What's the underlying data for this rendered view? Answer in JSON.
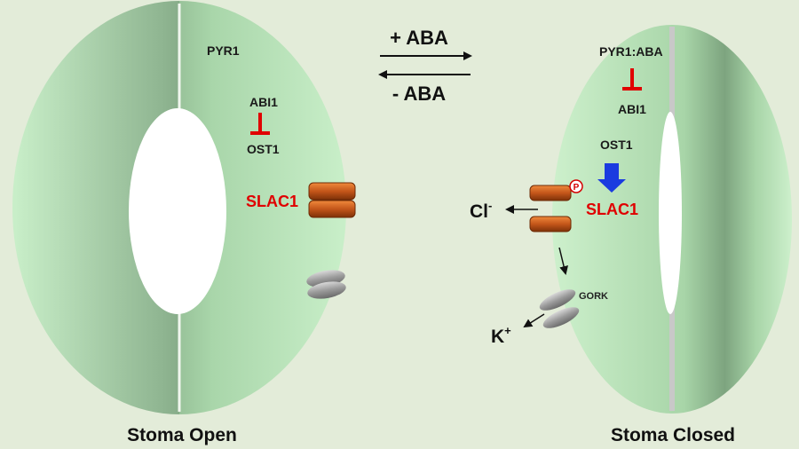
{
  "transition": {
    "forward_label": "+ ABA",
    "reverse_label": "- ABA"
  },
  "stoma_open": {
    "caption": "Stoma Open",
    "receptor": "PYR1",
    "phosphatase": "ABI1",
    "kinase": "OST1",
    "channel": "SLAC1"
  },
  "stoma_closed": {
    "caption": "Stoma Closed",
    "receptor_complex": "PYR1:ABA",
    "phosphatase": "ABI1",
    "kinase": "OST1",
    "channel": "SLAC1",
    "phospho_mark": "P",
    "anion_base": "Cl",
    "anion_charge": "-",
    "potassium_channel": "GORK",
    "cation_base": "K",
    "cation_charge": "+"
  },
  "colors": {
    "background": "#e3ecd9",
    "guard_cell_light": "#c9efc9",
    "guard_cell_dark": "#4e6d50",
    "channel_orange": "#c4561a",
    "inhibition_red": "#e00000",
    "activation_blue": "#1a3be0",
    "gork_gray": "#9a9a9a"
  }
}
